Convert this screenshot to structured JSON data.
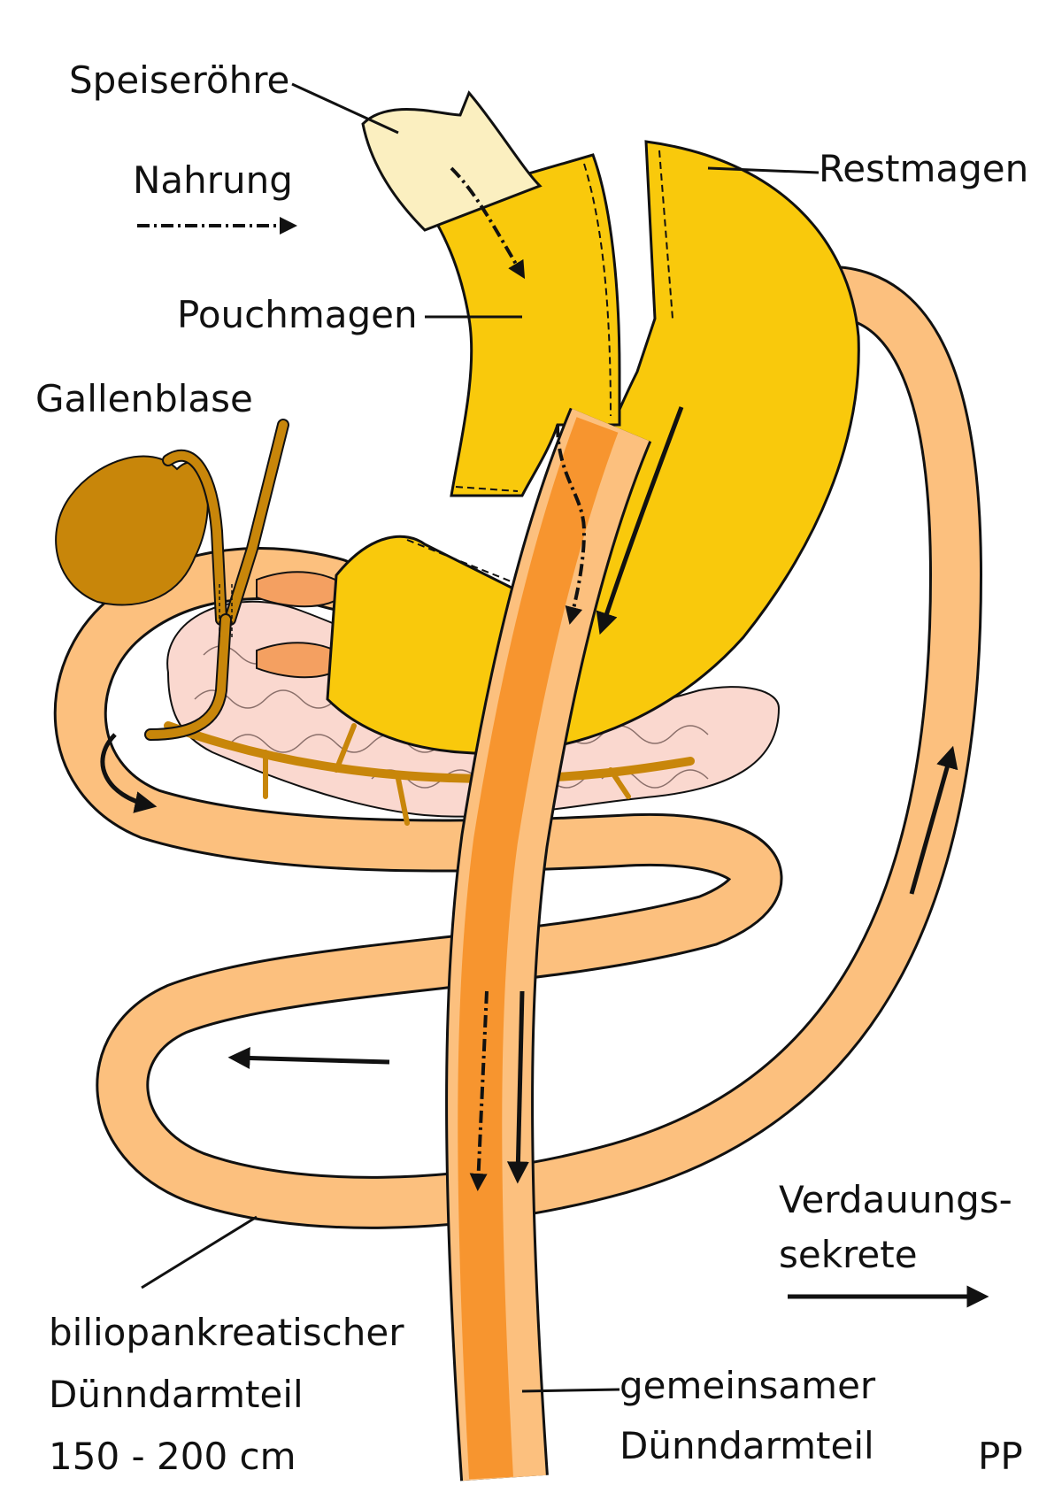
{
  "labels": {
    "speiseroehre": "Speiseröhre",
    "nahrung": "Nahrung",
    "pouchmagen": "Pouchmagen",
    "gallenblase": "Gallenblase",
    "restmagen": "Restmagen",
    "verdauungs_line1": "Verdauungs-",
    "verdauungs_line2": "sekrete",
    "bilio_line1": "biliopankreatischer",
    "bilio_line2": "Dünndarmteil",
    "bilio_line3": "150 - 200 cm",
    "gemeinsamer_line1": "gemeinsamer",
    "gemeinsamer_line2": "Dünndarmteil",
    "signature": "PP"
  },
  "colors": {
    "esophagus": "#fbefc0",
    "stomach": "#f9c90c",
    "intestine": "#fcc07e",
    "common_channel": "#f7952f",
    "gallbladder": "#c8860a",
    "pancreas": "#fad8cf",
    "muscle": "#f4a061",
    "outline": "#111111"
  }
}
